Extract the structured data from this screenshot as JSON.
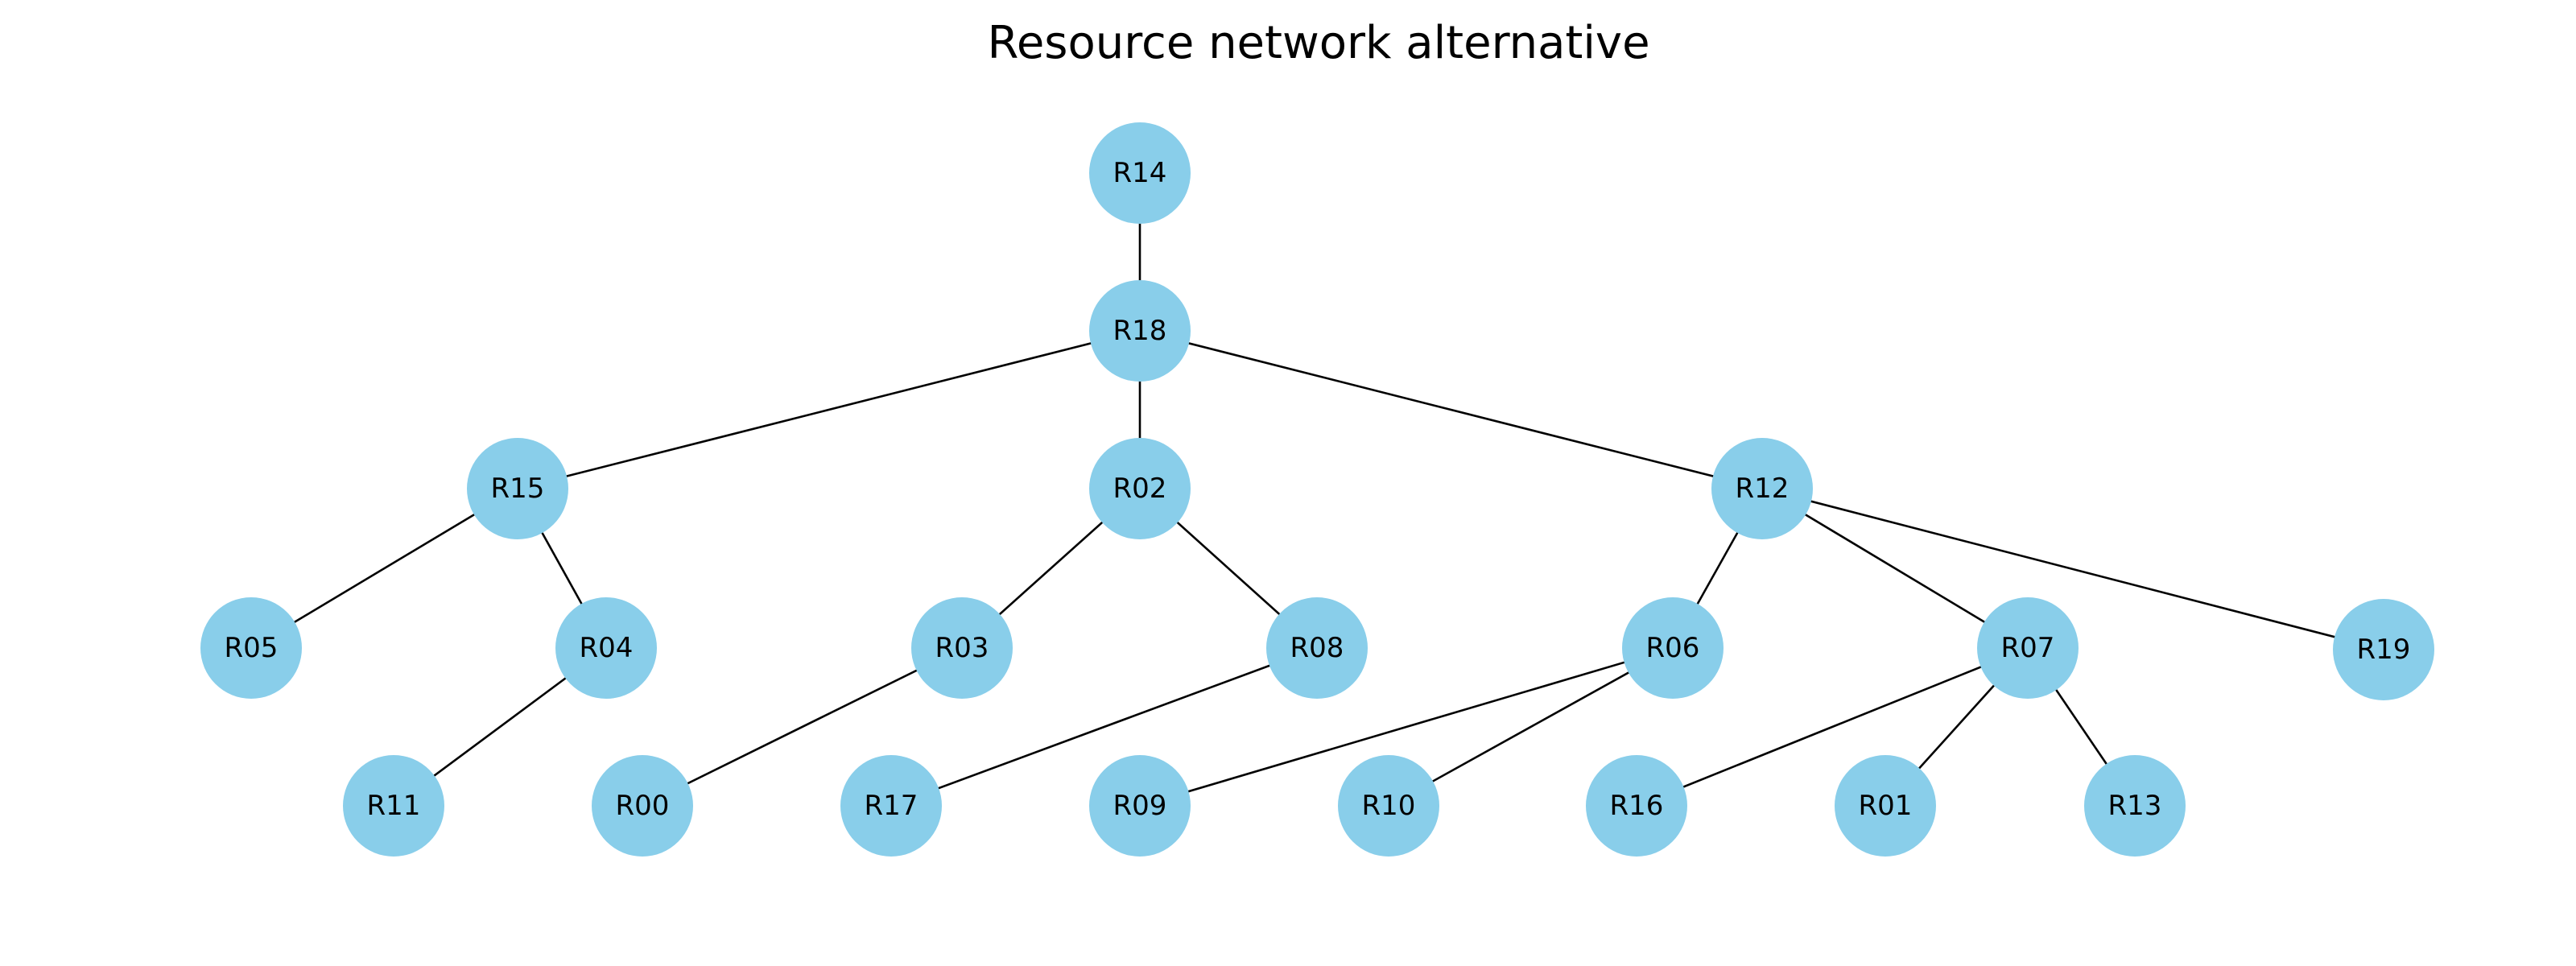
{
  "title": "Resource network alternative",
  "colors": {
    "node_fill": "#89CEEA",
    "edge": "#000000",
    "text": "#000000",
    "background": "#FFFFFF"
  },
  "nodes": [
    {
      "id": "R14",
      "label": "R14"
    },
    {
      "id": "R18",
      "label": "R18"
    },
    {
      "id": "R15",
      "label": "R15"
    },
    {
      "id": "R02",
      "label": "R02"
    },
    {
      "id": "R12",
      "label": "R12"
    },
    {
      "id": "R05",
      "label": "R05"
    },
    {
      "id": "R04",
      "label": "R04"
    },
    {
      "id": "R03",
      "label": "R03"
    },
    {
      "id": "R08",
      "label": "R08"
    },
    {
      "id": "R06",
      "label": "R06"
    },
    {
      "id": "R07",
      "label": "R07"
    },
    {
      "id": "R19",
      "label": "R19"
    },
    {
      "id": "R11",
      "label": "R11"
    },
    {
      "id": "R00",
      "label": "R00"
    },
    {
      "id": "R17",
      "label": "R17"
    },
    {
      "id": "R09",
      "label": "R09"
    },
    {
      "id": "R10",
      "label": "R10"
    },
    {
      "id": "R16",
      "label": "R16"
    },
    {
      "id": "R01",
      "label": "R01"
    },
    {
      "id": "R13",
      "label": "R13"
    }
  ],
  "edges": [
    [
      "R14",
      "R18"
    ],
    [
      "R18",
      "R15"
    ],
    [
      "R18",
      "R02"
    ],
    [
      "R18",
      "R12"
    ],
    [
      "R15",
      "R05"
    ],
    [
      "R15",
      "R04"
    ],
    [
      "R04",
      "R11"
    ],
    [
      "R02",
      "R03"
    ],
    [
      "R02",
      "R08"
    ],
    [
      "R03",
      "R00"
    ],
    [
      "R08",
      "R17"
    ],
    [
      "R12",
      "R06"
    ],
    [
      "R12",
      "R07"
    ],
    [
      "R12",
      "R19"
    ],
    [
      "R06",
      "R09"
    ],
    [
      "R06",
      "R10"
    ],
    [
      "R07",
      "R16"
    ],
    [
      "R07",
      "R01"
    ],
    [
      "R07",
      "R13"
    ]
  ]
}
